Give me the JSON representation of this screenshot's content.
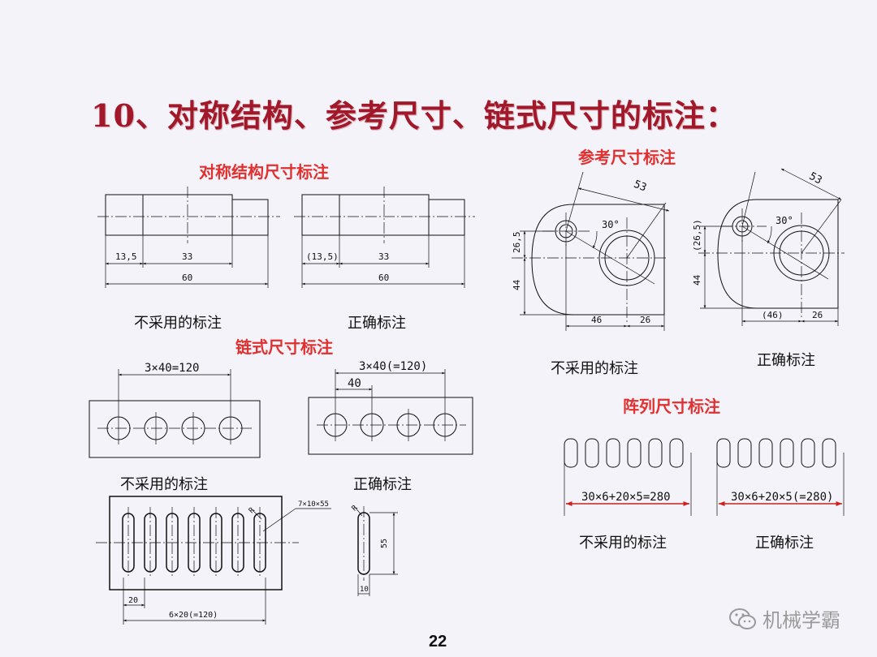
{
  "title": "10、对称结构、参考尺寸、链式尺寸的标注：",
  "sections": {
    "symmetric": "对称结构尺寸标注",
    "reference": "参考尺寸标注",
    "chain": "链式尺寸标注",
    "array": "阵列尺寸标注"
  },
  "captions": {
    "not_used": "不采用的标注",
    "correct": "正确标注"
  },
  "dims": {
    "sym_a": "13,5",
    "sym_a_ref": "(13,5)",
    "sym_b": "33",
    "sym_c": "60",
    "chain_a": "3×40=120",
    "chain_b": "3×40(=120)",
    "chain_c": "40",
    "ref_a": "53",
    "ref_angle": "30°",
    "ref_b": "26,5",
    "ref_b_ref": "(26,5)",
    "ref_c": "44",
    "ref_d": "46",
    "ref_d_ref": "(46)",
    "ref_e": "26",
    "slot_a": "7×10×55",
    "slot_r": "R",
    "slot_b": "20",
    "slot_c": "6×20(=120)",
    "slot_d": "55",
    "slot_e": "10",
    "arr_a": "30×6+20×5=280",
    "arr_b": "30×6+20×5(=280)"
  },
  "page_number": "22",
  "watermark": "机械学霸"
}
